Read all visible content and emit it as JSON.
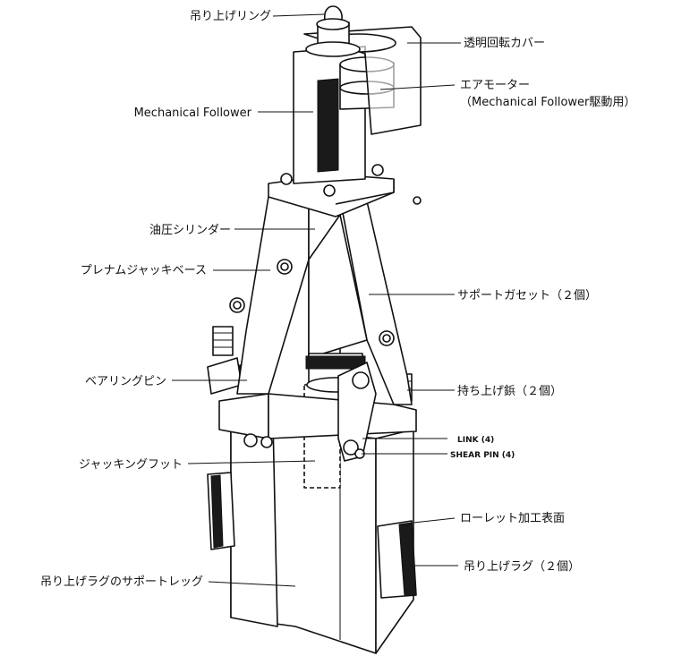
{
  "labels": {
    "lifting_ring": "吊り上げリング",
    "transparent_cover": "透明回転カバー",
    "air_motor": "エアモーター",
    "air_motor_sub": "（Mechanical Follower駆動用）",
    "mechanical_follower": "Mechanical Follower",
    "hydraulic_cylinder": "油圧シリンダー",
    "plenum_jack_base": "プレナムジャッキベース",
    "support_gusset": "サポートガセット（２個）",
    "bearing_pin": "ベアリングピン",
    "lifting_lug_hole": "持ち上げ鋲（２個）",
    "link": "LINK (4)",
    "shear_pin": "SHEAR PIN (4)",
    "jacking_foot": "ジャッキングフット",
    "knurled_surface": "ローレット加工表面",
    "lifting_lug": "吊り上げラグ（２個）",
    "lug_support_leg": "吊り上げラグのサポートレッグ"
  }
}
